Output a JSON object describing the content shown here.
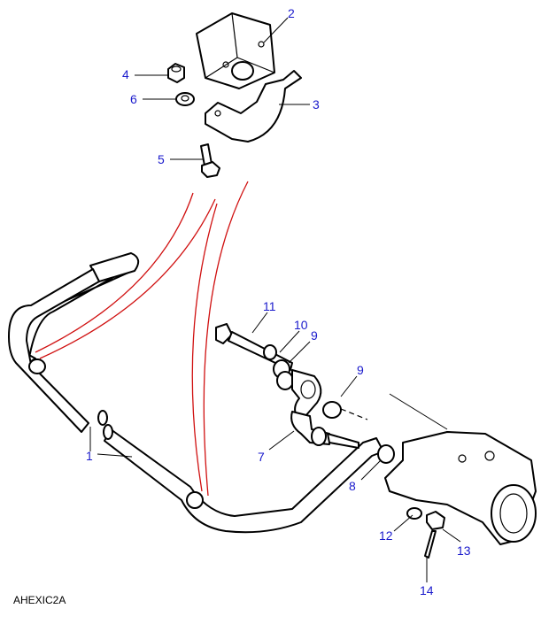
{
  "diagram": {
    "code": "AHEXIC2A",
    "callouts": [
      {
        "id": "callout-2",
        "label": "2"
      },
      {
        "id": "callout-4",
        "label": "4"
      },
      {
        "id": "callout-6",
        "label": "6"
      },
      {
        "id": "callout-3",
        "label": "3"
      },
      {
        "id": "callout-5",
        "label": "5"
      },
      {
        "id": "callout-11",
        "label": "11"
      },
      {
        "id": "callout-10",
        "label": "10"
      },
      {
        "id": "callout-9a",
        "label": "9"
      },
      {
        "id": "callout-9b",
        "label": "9"
      },
      {
        "id": "callout-7",
        "label": "7"
      },
      {
        "id": "callout-1",
        "label": "1"
      },
      {
        "id": "callout-8",
        "label": "8"
      },
      {
        "id": "callout-12",
        "label": "12"
      },
      {
        "id": "callout-13",
        "label": "13"
      },
      {
        "id": "callout-14",
        "label": "14"
      }
    ],
    "colors": {
      "callout": "#1a1acc",
      "reference_lines": "#d01010"
    }
  }
}
